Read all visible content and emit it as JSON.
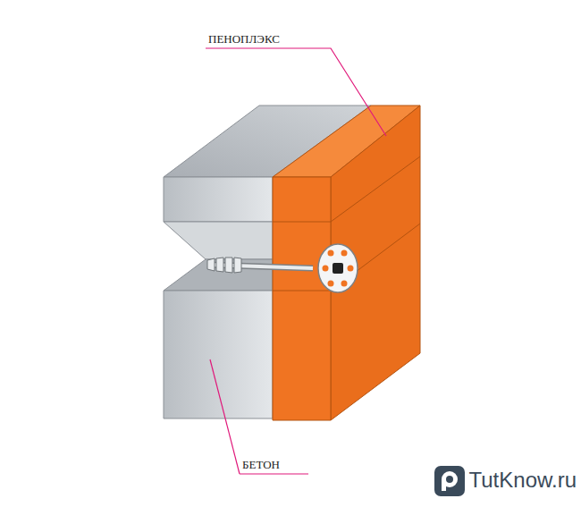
{
  "diagram": {
    "labels": [
      "ПЕНОПЛЭКС",
      "БЕТОН",
      "TutKnow.ru"
    ]
  }
}
